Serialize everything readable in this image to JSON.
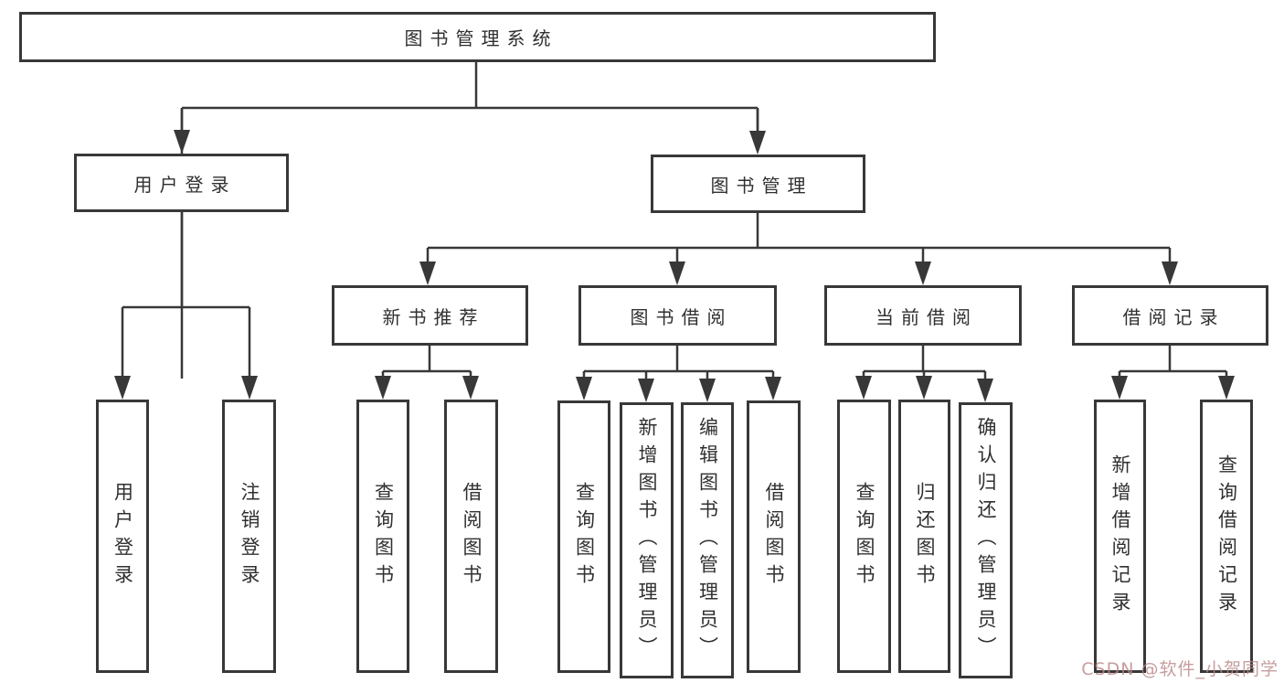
{
  "diagram": {
    "root": {
      "label": "图书管理系统"
    },
    "level2": [
      {
        "label": "用户登录"
      },
      {
        "label": "图书管理"
      }
    ],
    "level3": [
      {
        "label": "新书推荐"
      },
      {
        "label": "图书借阅"
      },
      {
        "label": "当前借阅"
      },
      {
        "label": "借阅记录"
      }
    ],
    "leaves": {
      "user_login": [
        {
          "label": "用户登录"
        },
        {
          "label": "注销登录"
        }
      ],
      "new_book_recommend": [
        {
          "label": "查询图书"
        },
        {
          "label": "借阅图书"
        }
      ],
      "book_borrowing": [
        {
          "label": "查询图书"
        },
        {
          "label": "新增图书（管理员）"
        },
        {
          "label": "编辑图书（管理员）"
        },
        {
          "label": "借阅图书"
        }
      ],
      "current_borrowing": [
        {
          "label": "查询图书"
        },
        {
          "label": "归还图书"
        },
        {
          "label": "确认归还（管理员）"
        }
      ],
      "borrowing_records": [
        {
          "label": "新增借阅记录"
        },
        {
          "label": "查询借阅记录"
        }
      ]
    }
  },
  "watermark": {
    "text": "CSDN @软件_小贺同学"
  },
  "colors": {
    "line": "#383838",
    "text": "#303030",
    "background": "#ffffff",
    "watermark": "#bb8888"
  }
}
